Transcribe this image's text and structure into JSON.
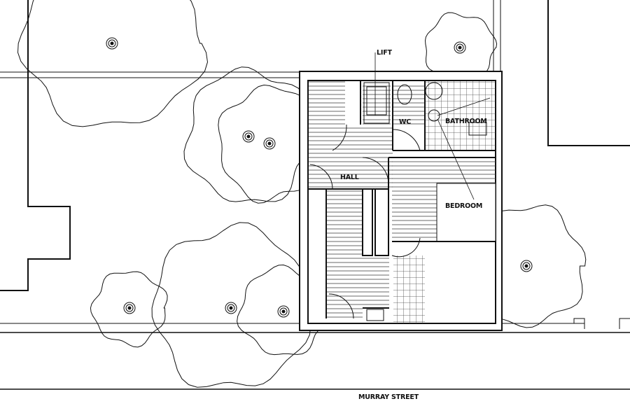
{
  "plan": {
    "rooms": {
      "lift": "LIFT",
      "wc": "WC",
      "bathroom": "BATHROOM",
      "hall": "HALL",
      "bedroom": "BEDROOM"
    },
    "street": "MURRAY STREET"
  },
  "colors": {
    "line": "#111111",
    "background": "#ffffff",
    "hatch": "#555555"
  }
}
